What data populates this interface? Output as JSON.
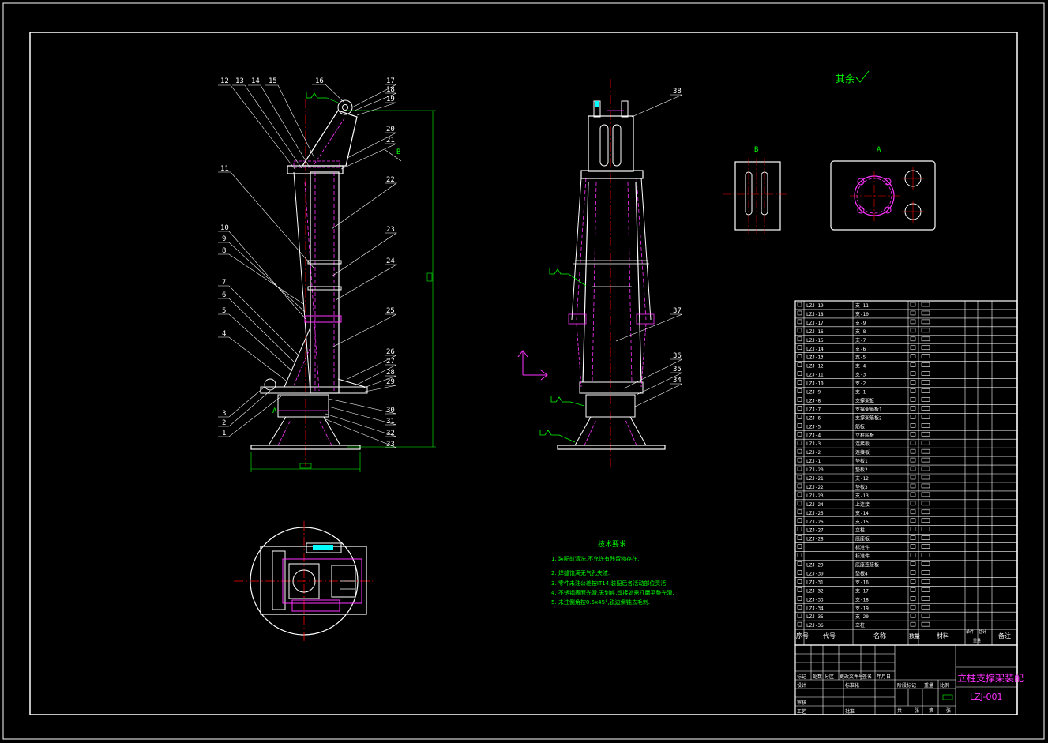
{
  "colors": {
    "background": "#000000",
    "outline": "#ffffff",
    "hidden": "#ff33ff",
    "center": "#ff0000",
    "annotation": "#00ff00",
    "accent": "#00ffff"
  },
  "front_view": {
    "balloons_left": [
      "12",
      "13",
      "14",
      "15",
      "11",
      "10",
      "9",
      "8",
      "7",
      "6",
      "5",
      "4",
      "3",
      "2",
      "1"
    ],
    "balloons_right": [
      "16",
      "17",
      "18",
      "19",
      "20",
      "21",
      "22",
      "23",
      "24",
      "25",
      "26",
      "27",
      "28",
      "29",
      "30",
      "31",
      "32",
      "33"
    ],
    "section_a": "A",
    "section_b": "B"
  },
  "side_view": {
    "balloons": [
      "38",
      "37",
      "36",
      "35",
      "34"
    ]
  },
  "detail_views": {
    "b_label": "B",
    "a_label": "A"
  },
  "surface_note": "其余",
  "tech_requirements": {
    "title": "技术要求",
    "lines": [
      "1. 装配前清洗,不允许有残留物存在.",
      "2. 焊缝饱满无气孔夹渣.",
      "3. 零件未注公差按IT14,装配后各活动部位灵活.",
      "4. 不锈钢表面光滑,无划痕,焊接处需打磨平整光滑.",
      "5. 未注倒角按0.5x45°,锐边倒钝去毛刺."
    ]
  },
  "bom": {
    "rows": [
      [
        "LZJ-19",
        "支-11"
      ],
      [
        "LZJ-18",
        "支-10"
      ],
      [
        "LZJ-17",
        "支-9"
      ],
      [
        "LZJ-16",
        "支-8"
      ],
      [
        "LZJ-15",
        "支-7"
      ],
      [
        "LZJ-14",
        "支-6"
      ],
      [
        "LZJ-13",
        "支-5"
      ],
      [
        "LZJ-12",
        "支-4"
      ],
      [
        "LZJ-11",
        "支-3"
      ],
      [
        "LZJ-10",
        "支-2"
      ],
      [
        "LZJ-9",
        "支-1"
      ],
      [
        "LZJ-8",
        "支撑架板"
      ],
      [
        "LZJ-7",
        "支撑架筋板1"
      ],
      [
        "LZJ-6",
        "支撑架筋板2"
      ],
      [
        "LZJ-5",
        "筋板"
      ],
      [
        "LZJ-4",
        "立柱底板"
      ],
      [
        "LZJ-3",
        "连接板"
      ],
      [
        "LZJ-2",
        "连接板"
      ],
      [
        "LZJ-1",
        "垫板1"
      ],
      [
        "LZJ-20",
        "垫板2"
      ],
      [
        "LZJ-21",
        "支-12"
      ],
      [
        "LZJ-22",
        "垫板3"
      ],
      [
        "LZJ-23",
        "支-13"
      ],
      [
        "LZJ-24",
        "上连接"
      ],
      [
        "LZJ-25",
        "支-14"
      ],
      [
        "LZJ-26",
        "支-15"
      ],
      [
        "LZJ-27",
        "立柱"
      ],
      [
        "LZJ-28",
        "底座板"
      ],
      [
        "",
        "标准件"
      ],
      [
        "",
        "标准件"
      ],
      [
        "LZJ-29",
        "底座连接板"
      ],
      [
        "LZJ-30",
        "垫板4"
      ],
      [
        "LZJ-31",
        "支-16"
      ],
      [
        "LZJ-32",
        "支-17"
      ],
      [
        "LZJ-33",
        "支-18"
      ],
      [
        "LZJ-34",
        "支-19"
      ],
      [
        "LZJ-35",
        "支-20"
      ],
      [
        "LZJ-36",
        "立柱"
      ]
    ],
    "header": {
      "seq": "序号",
      "code": "代号",
      "name": "名称",
      "qty": "数量",
      "material": "材料",
      "single": "单件",
      "total": "总计",
      "weight": "重量",
      "remark": "备注"
    }
  },
  "title_block": {
    "drawing_name": "立柱支撑架装配",
    "drawing_number": "LZJ-001",
    "labels": [
      "标记",
      "处数",
      "分区",
      "更改文件号",
      "签名",
      "年月日",
      "设计",
      "标准化",
      "审核",
      "工艺",
      "批准",
      "阶段标记",
      "重量",
      "比例",
      "共",
      "张",
      "第",
      "张"
    ]
  }
}
